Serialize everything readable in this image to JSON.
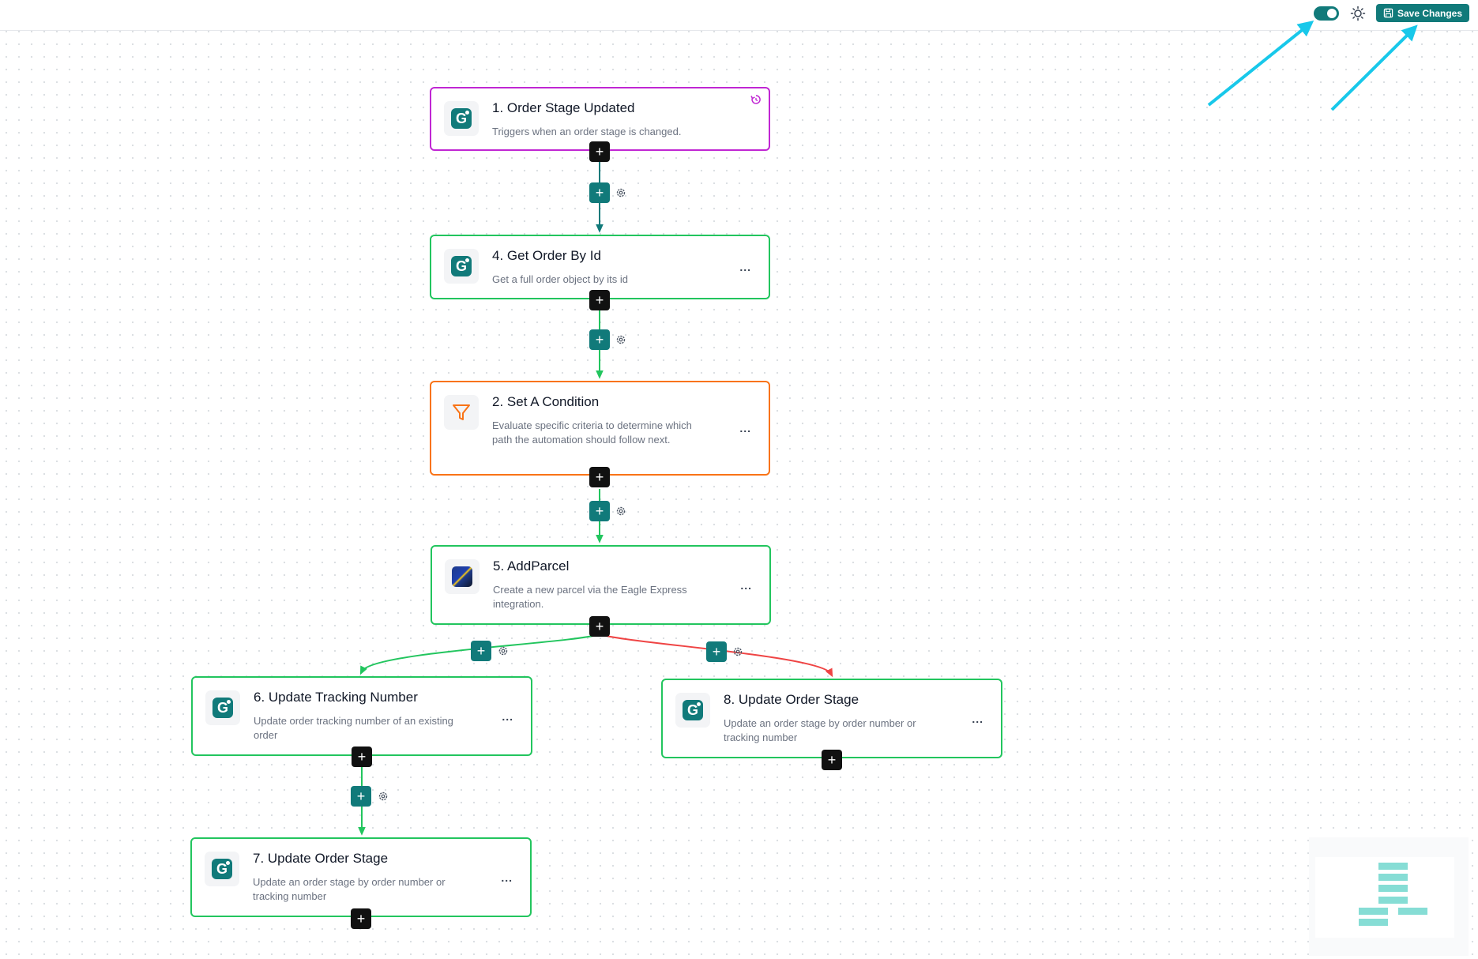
{
  "toolbar": {
    "toggle_state": "on",
    "theme_icon": "sun-icon",
    "save_icon": "save-icon",
    "save_label": "Save Changes"
  },
  "colors": {
    "accent": "#117a7a",
    "trigger_border": "#c026d3",
    "condition_border": "#f97316",
    "action_border": "#22c55e",
    "true_branch": "#22c55e",
    "false_branch": "#ef4444",
    "annotation_arrow": "#18c8ea"
  },
  "nodes": [
    {
      "id": "1",
      "title": "1. Order Stage Updated",
      "desc": "Triggers when an order stage is changed.",
      "icon": "g-logo-icon",
      "badge_icon": "trigger-icon"
    },
    {
      "id": "4",
      "title": "4. Get Order By Id",
      "desc": "Get a full order object by its id",
      "icon": "g-logo-icon",
      "menu": "..."
    },
    {
      "id": "2",
      "title": "2. Set A Condition",
      "desc": "Evaluate specific criteria to determine which path the automation should follow next.",
      "icon": "filter-icon",
      "menu": "..."
    },
    {
      "id": "5",
      "title": "5. AddParcel",
      "desc": "Create a new parcel via the Eagle Express integration.",
      "icon": "eagle-express-icon",
      "menu": "..."
    },
    {
      "id": "6",
      "title": "6. Update Tracking Number",
      "desc": "Update order tracking number of an existing order",
      "icon": "g-logo-icon",
      "menu": "..."
    },
    {
      "id": "8",
      "title": "8. Update Order Stage",
      "desc": "Update an order stage by order number or tracking number",
      "icon": "g-logo-icon",
      "menu": "..."
    },
    {
      "id": "7",
      "title": "7. Update Order Stage",
      "desc": "Update an order stage by order number or tracking number",
      "icon": "g-logo-icon",
      "menu": "..."
    }
  ],
  "controls": {
    "add_symbol": "+",
    "settings_icon": "gear-icon"
  },
  "minimap": {
    "label": "minimap"
  }
}
